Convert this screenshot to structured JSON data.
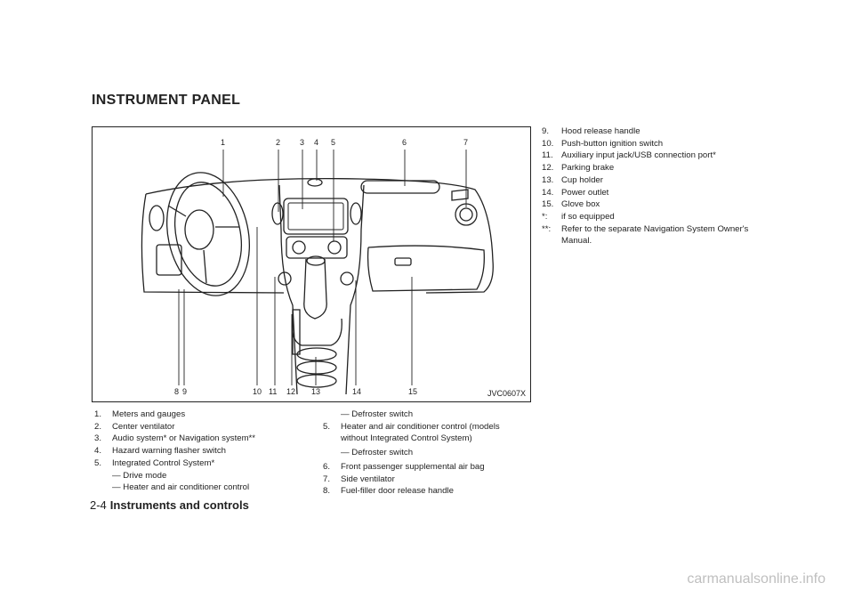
{
  "page": {
    "title": "INSTRUMENT PANEL",
    "figure_code": "JVC0607X",
    "callouts_top": [
      "1",
      "2",
      "3",
      "4",
      "5",
      "6",
      "7"
    ],
    "callouts_bottom": [
      "8",
      "9",
      "10",
      "11",
      "12",
      "13",
      "14",
      "15"
    ],
    "items_col1": [
      {
        "num": "1.",
        "text": "Meters and gauges"
      },
      {
        "num": "2.",
        "text": "Center ventilator"
      },
      {
        "num": "3.",
        "text": "Audio system* or Navigation system**"
      },
      {
        "num": "4.",
        "text": "Hazard warning flasher switch"
      },
      {
        "num": "5.",
        "text": "Integrated Control System*"
      }
    ],
    "col1_subs": [
      "— Drive mode",
      "— Heater and air conditioner control"
    ],
    "col2_sub_top": "— Defroster switch",
    "items_col2": [
      {
        "num": "5.",
        "text": "Heater and air conditioner control (models without Integrated Control System)"
      }
    ],
    "col2_sub2": "— Defroster switch",
    "items_col2b": [
      {
        "num": "6.",
        "text": "Front passenger supplemental air bag"
      },
      {
        "num": "7.",
        "text": "Side ventilator"
      },
      {
        "num": "8.",
        "text": "Fuel-filler door release handle"
      }
    ],
    "items_col3": [
      {
        "num": "9.",
        "text": "Hood release handle"
      },
      {
        "num": "10.",
        "text": "Push-button ignition switch"
      },
      {
        "num": "11.",
        "text": "Auxiliary input jack/USB connection port*"
      },
      {
        "num": "12.",
        "text": "Parking brake"
      },
      {
        "num": "13.",
        "text": "Cup holder"
      },
      {
        "num": "14.",
        "text": "Power outlet"
      },
      {
        "num": "15.",
        "text": "Glove box"
      },
      {
        "num": "*:",
        "text": "if so equipped"
      },
      {
        "num": "**:",
        "text": "Refer to the separate Navigation System Owner's Manual."
      }
    ],
    "footer_page": "2-4",
    "footer_section": "Instruments and controls",
    "watermark": "carmanualsonline.info"
  }
}
